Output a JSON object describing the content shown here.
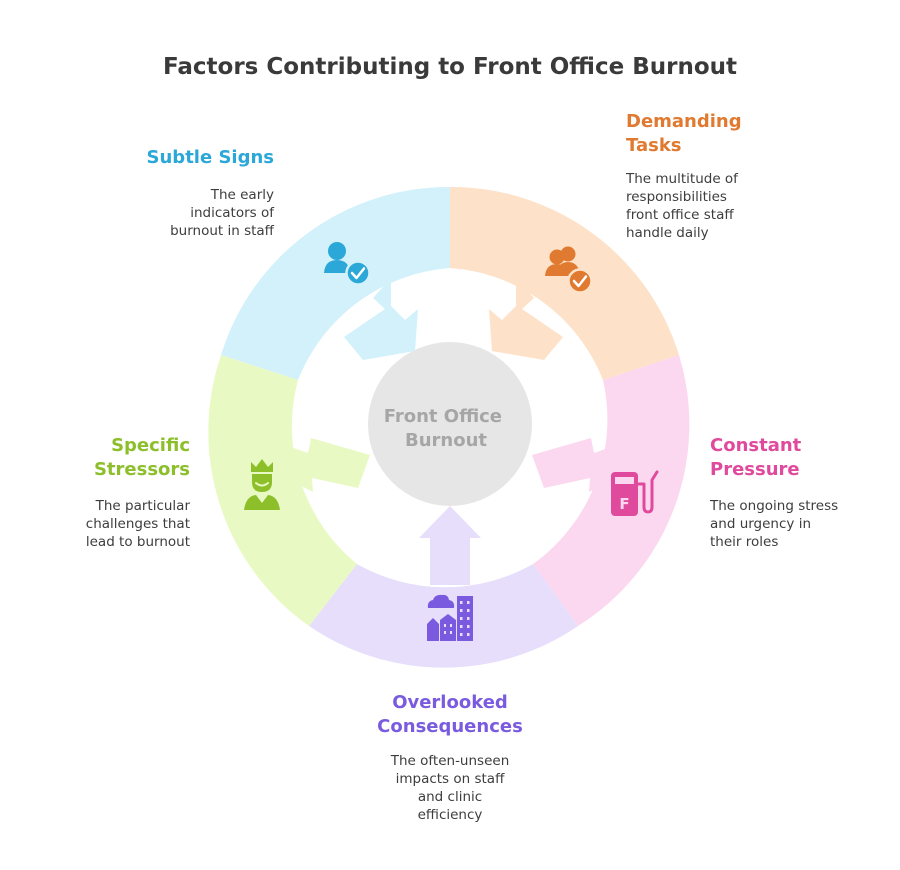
{
  "title": "Factors Contributing to Front Office Burnout",
  "center": {
    "label": "Front Office\nBurnout"
  },
  "segments": [
    {
      "heading": "Subtle Signs",
      "description": "The early\nindicators of\nburnout in staff",
      "color": "#2ba8d8",
      "fill": "#d2f1fb",
      "icon": "person-check-icon"
    },
    {
      "heading": "Demanding\nTasks",
      "description": "The multitude of\nresponsibilities\nfront office staff\nhandle daily",
      "color": "#e07a30",
      "fill": "#fde2c9",
      "icon": "group-check-icon"
    },
    {
      "heading": "Constant\nPressure",
      "description": "The ongoing stress\nand urgency in\ntheir roles",
      "color": "#e04a9c",
      "fill": "#fbd8ef",
      "icon": "fuel-pump-icon"
    },
    {
      "heading": "Overlooked\nConsequences",
      "description": "The often-unseen\nimpacts on staff\nand clinic\nefficiency",
      "color": "#7a5be0",
      "fill": "#e6defb",
      "icon": "city-buildings-icon"
    },
    {
      "heading": "Specific\nStressors",
      "description": "The particular\nchallenges that\nlead to burnout",
      "color": "#8cbf2a",
      "fill": "#e9f9c4",
      "icon": "crowned-person-icon"
    }
  ]
}
